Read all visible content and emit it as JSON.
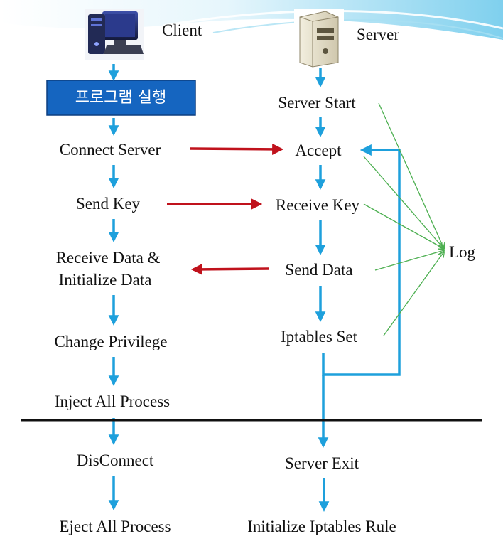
{
  "client": {
    "title": "Client",
    "icon": "computer-icon",
    "run_box": "프로그램 실행",
    "steps": [
      "Connect Server",
      "Send Key",
      "Receive Data &",
      "Initialize Data",
      "Change Privilege",
      "Inject All Process",
      "DisConnect",
      "Eject All Process"
    ]
  },
  "server": {
    "title": "Server",
    "icon": "server-icon",
    "steps": [
      "Server Start",
      "Accept",
      "Receive Key",
      "Send Data",
      "Iptables Set",
      "Server Exit",
      "Initialize Iptables Rule"
    ]
  },
  "log": {
    "label": "Log"
  },
  "colors": {
    "flow_arrow": "#1ea0dc",
    "message_arrow": "#c0121c",
    "log_line": "#4caf50",
    "run_box_fill": "#1565c0",
    "divider": "#111111"
  }
}
